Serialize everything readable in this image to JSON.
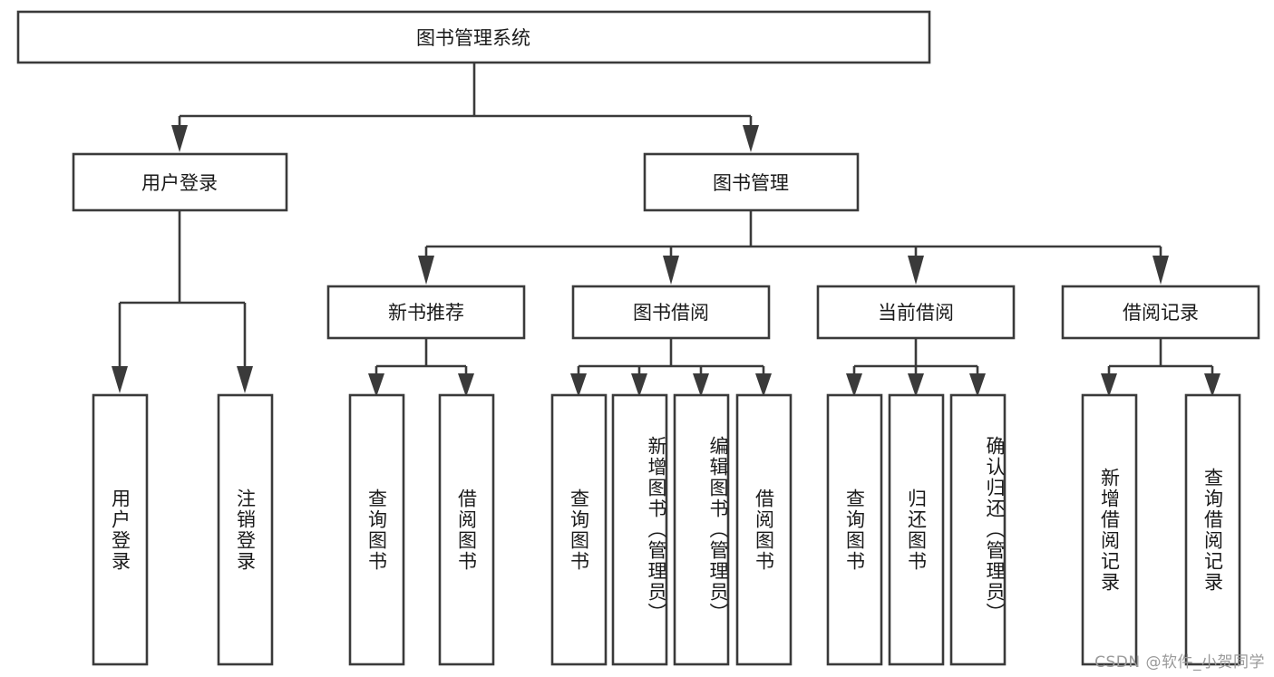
{
  "diagram": {
    "title_node": {
      "label": "图书管理系统"
    },
    "level2": [
      {
        "id": "user-login",
        "label": "用户登录"
      },
      {
        "id": "book-management",
        "label": "图书管理"
      }
    ],
    "level3": [
      {
        "id": "new-book-recommend",
        "label": "新书推荐"
      },
      {
        "id": "book-borrow",
        "label": "图书借阅"
      },
      {
        "id": "current-borrow",
        "label": "当前借阅"
      },
      {
        "id": "borrow-record",
        "label": "借阅记录"
      }
    ],
    "leaves": {
      "user_login": [
        {
          "id": "leaf-user-login",
          "label": "用户登录"
        },
        {
          "id": "leaf-logout-login",
          "label": "注销登录"
        }
      ],
      "new_book_recommend": [
        {
          "id": "leaf-query-book-1",
          "label": "查询图书"
        },
        {
          "id": "leaf-borrow-book-1",
          "label": "借阅图书"
        }
      ],
      "book_borrow": [
        {
          "id": "leaf-query-book-2",
          "label": "查询图书"
        },
        {
          "id": "leaf-add-book-admin",
          "label": "新增图书（管理员）"
        },
        {
          "id": "leaf-edit-book-admin",
          "label": "编辑图书（管理员）"
        },
        {
          "id": "leaf-borrow-book-2",
          "label": "借阅图书"
        }
      ],
      "current_borrow": [
        {
          "id": "leaf-query-book-3",
          "label": "查询图书"
        },
        {
          "id": "leaf-return-book",
          "label": "归还图书"
        },
        {
          "id": "leaf-confirm-return-admin",
          "label": "确认归还（管理员）"
        }
      ],
      "borrow_record": [
        {
          "id": "leaf-add-borrow-record",
          "label": "新增借阅记录"
        },
        {
          "id": "leaf-query-borrow-record",
          "label": "查询借阅记录"
        }
      ]
    }
  },
  "watermark": {
    "text": "CSDN @软件_小贺同学"
  },
  "colors": {
    "box_stroke": "#3a3a3a",
    "box_fill": "#ffffff",
    "text": "#1a1a1a",
    "watermark": "#9a9a9a",
    "background": "#ffffff"
  }
}
